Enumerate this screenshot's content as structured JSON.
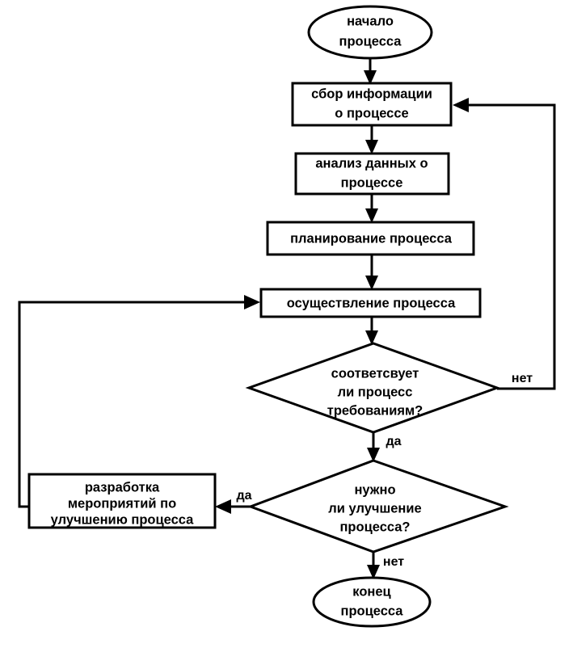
{
  "diagram": {
    "type": "flowchart",
    "language": "ru",
    "background_color": "#ffffff",
    "line_color": "#000000",
    "nodes": [
      {
        "id": "start",
        "shape": "ellipse",
        "lines": [
          "начало",
          "процесса"
        ]
      },
      {
        "id": "collect",
        "shape": "rectangle",
        "lines": [
          "сбор информации",
          "о процессе"
        ]
      },
      {
        "id": "analyze",
        "shape": "rectangle",
        "lines": [
          "анализ данных о",
          "процессе"
        ]
      },
      {
        "id": "plan",
        "shape": "rectangle",
        "lines": [
          "планирование процесса"
        ]
      },
      {
        "id": "execute",
        "shape": "rectangle",
        "lines": [
          "осуществление процесса"
        ]
      },
      {
        "id": "conforms",
        "shape": "diamond",
        "lines": [
          "соответсвует",
          "ли процесс",
          "требованиям?"
        ]
      },
      {
        "id": "improve-needed",
        "shape": "diamond",
        "lines": [
          "нужно",
          "ли улучшение",
          "процесса?"
        ]
      },
      {
        "id": "develop-actions",
        "shape": "rectangle",
        "lines": [
          "разработка",
          "мероприятий по",
          "улучшению процесса"
        ]
      },
      {
        "id": "end",
        "shape": "ellipse",
        "lines": [
          "конец",
          "процесса"
        ]
      }
    ],
    "edge_labels": {
      "conforms_no": "нет",
      "conforms_yes": "да",
      "improve_yes": "да",
      "improve_no": "нет"
    }
  }
}
